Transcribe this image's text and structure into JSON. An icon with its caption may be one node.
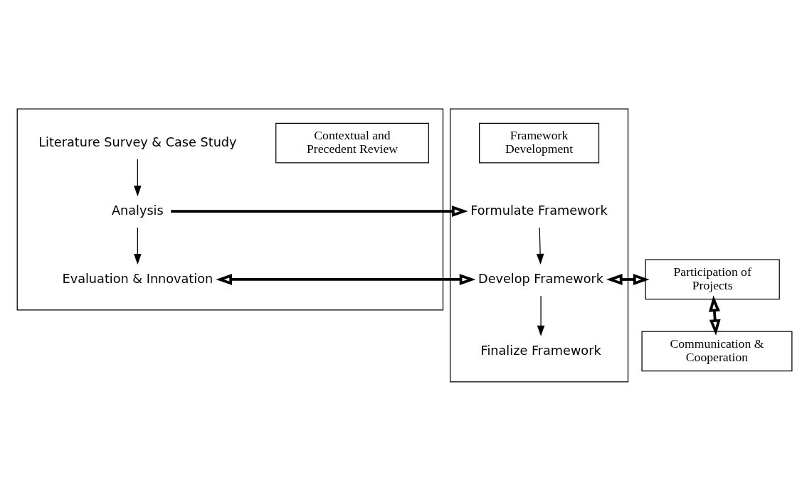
{
  "diagram": {
    "nodes": [
      {
        "text": [],
        "shape": "box"
      },
      {
        "text": [
          "Contextual and Precedent Review"
        ],
        "in": 0
      },
      {
        "text": [
          "Literature Survey & Case Study"
        ],
        "in": 0
      },
      {
        "text": [
          "Analysis"
        ],
        "in": 0
      },
      {
        "text": [
          "Evaluation & Innovation"
        ],
        "in": 0
      },
      {
        "text": [],
        "shape": "box"
      },
      {
        "text": [
          "Framework Development"
        ],
        "in": 5
      },
      {
        "text": [
          "Formulate Framework"
        ],
        "in": 5
      },
      {
        "text": [
          "Develop Framework"
        ],
        "in": 5
      },
      {
        "text": [
          "Finalize Framework"
        ],
        "in": 5
      },
      {
        "text": [
          "Participation of Projects"
        ]
      },
      {
        "text": [
          "Communication & Cooperation"
        ]
      }
    ],
    "edges": [
      {
        "from": 2,
        "to": 3,
        "arrow": "to"
      },
      {
        "from": 3,
        "to": 4,
        "arrow": "to"
      },
      {
        "from": 3,
        "to": 7,
        "arrow": "to",
        "style": "thick"
      },
      {
        "from": 4,
        "to": 8,
        "arrow": "both",
        "style": "thick"
      },
      {
        "from": 7,
        "to": 8,
        "arrow": "to"
      },
      {
        "from": 8,
        "to": 9,
        "arrow": "to"
      },
      {
        "from": 8,
        "to": 10,
        "arrow": "both",
        "style": "thick"
      },
      {
        "from": 10,
        "to": 11,
        "arrow": "both",
        "style": "thick"
      }
    ]
  }
}
